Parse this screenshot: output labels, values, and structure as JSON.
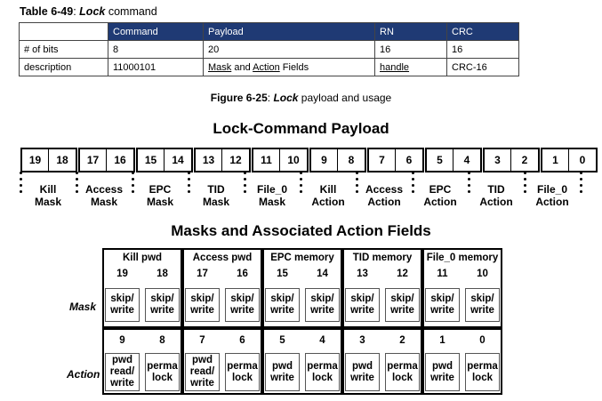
{
  "table": {
    "caption_prefix": "Table 6-49",
    "caption_sep": ": ",
    "caption_name": "Lock",
    "caption_suffix": " command",
    "headers": [
      "",
      "Command",
      "Payload",
      "RN",
      "CRC"
    ],
    "row_bits": {
      "label": "# of bits",
      "command": "8",
      "payload": "20",
      "rn": "16",
      "crc": "16"
    },
    "row_desc": {
      "label": "description",
      "command": "11000101",
      "payload_part1": "Mask",
      "payload_and": " and ",
      "payload_part2": "Action",
      "payload_tail": " Fields",
      "rn": "handle",
      "crc": "CRC-16"
    },
    "header_color": "#1f3a74"
  },
  "figure": {
    "prefix": "Figure 6-25",
    "sep": ": ",
    "name": "Lock",
    "suffix": " payload and usage"
  },
  "payload": {
    "title": "Lock-Command Payload",
    "bits": [
      "19",
      "18",
      "17",
      "16",
      "15",
      "14",
      "13",
      "12",
      "11",
      "10",
      "9",
      "8",
      "7",
      "6",
      "5",
      "4",
      "3",
      "2",
      "1",
      "0"
    ],
    "fields": [
      {
        "line1": "Kill",
        "line2": "Mask"
      },
      {
        "line1": "Access",
        "line2": "Mask"
      },
      {
        "line1": "EPC",
        "line2": "Mask"
      },
      {
        "line1": "TID",
        "line2": "Mask"
      },
      {
        "line1": "File_0",
        "line2": "Mask"
      },
      {
        "line1": "Kill",
        "line2": "Action"
      },
      {
        "line1": "Access",
        "line2": "Action"
      },
      {
        "line1": "EPC",
        "line2": "Action"
      },
      {
        "line1": "TID",
        "line2": "Action"
      },
      {
        "line1": "File_0",
        "line2": "Action"
      }
    ]
  },
  "masks": {
    "title": "Masks and Associated Action Fields",
    "groups": [
      "Kill pwd",
      "Access pwd",
      "EPC memory",
      "TID memory",
      "File_0 memory"
    ],
    "mask_bits": [
      "19",
      "18",
      "17",
      "16",
      "15",
      "14",
      "13",
      "12",
      "11",
      "10"
    ],
    "mask_label": "Mask",
    "mask_cells": [
      "skip/\nwrite",
      "skip/\nwrite",
      "skip/\nwrite",
      "skip/\nwrite",
      "skip/\nwrite",
      "skip/\nwrite",
      "skip/\nwrite",
      "skip/\nwrite",
      "skip/\nwrite",
      "skip/\nwrite"
    ],
    "action_bits": [
      "9",
      "8",
      "7",
      "6",
      "5",
      "4",
      "3",
      "2",
      "1",
      "0"
    ],
    "action_label": "Action",
    "action_cells": [
      "pwd\nread/\nwrite",
      "perma\nlock",
      "pwd\nread/\nwrite",
      "perma\nlock",
      "pwd\nwrite",
      "perma\nlock",
      "pwd\nwrite",
      "perma\nlock",
      "pwd\nwrite",
      "perma\nlock"
    ]
  }
}
